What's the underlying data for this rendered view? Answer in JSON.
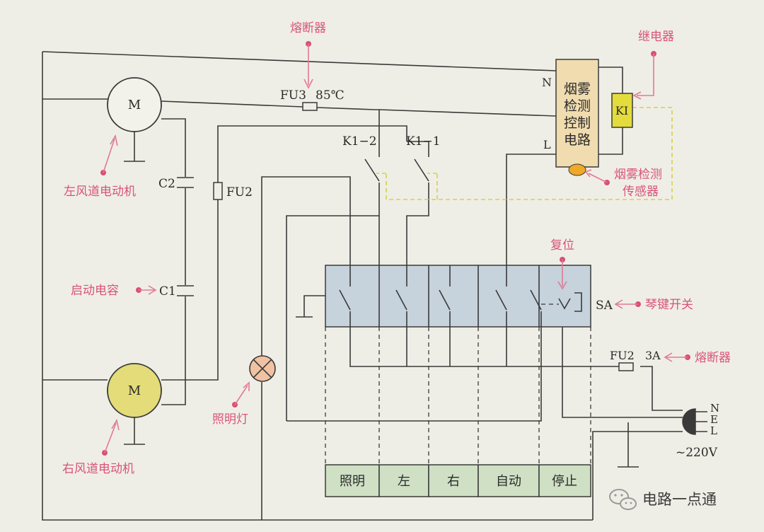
{
  "colors": {
    "background": "#efeee6",
    "wire": "#3a3a3a",
    "annotation": "#d9537a",
    "motor_right_fill": "#e3dc78",
    "switch_panel_fill": "#c6d2dc",
    "button_fill": "#cfe0c4",
    "module_fill": "#f0dcae",
    "relay_fill": "#e3dc3c",
    "sensor_fill": "#f0a828"
  },
  "labels": {
    "fu3": "FU3",
    "temp": "85℃",
    "k1_2": "K1−2",
    "k1_1": "K1−1",
    "fu2_left": "FU2",
    "fu2_right": "FU2",
    "rating": "3A",
    "c2": "C2",
    "c1": "C1",
    "motor_left": "M",
    "motor_right": "M",
    "n": "N",
    "l": "L",
    "k1_box": "KI",
    "sa": "SA",
    "plug_n": "N",
    "plug_e": "E",
    "plug_l": "L",
    "voltage": "~220V"
  },
  "module": {
    "lines": [
      "烟雾",
      "检测",
      "控制",
      "电路"
    ]
  },
  "annotations": {
    "fuse_top": "熔断器",
    "relay": "继电器",
    "left_motor": "左风道电动机",
    "right_motor": "右风道电动机",
    "start_capacitor": "启动电容",
    "lamp": "照明灯",
    "sensor_line1": "烟雾检测",
    "sensor_line2": "传感器",
    "reset": "复位",
    "rocker_switch": "琴键开关",
    "fuse_right": "熔断器"
  },
  "buttons": [
    "照明",
    "左",
    "右",
    "自动",
    "停止"
  ],
  "watermark": {
    "icon": "wechat-icon",
    "text": "电路一点通"
  }
}
